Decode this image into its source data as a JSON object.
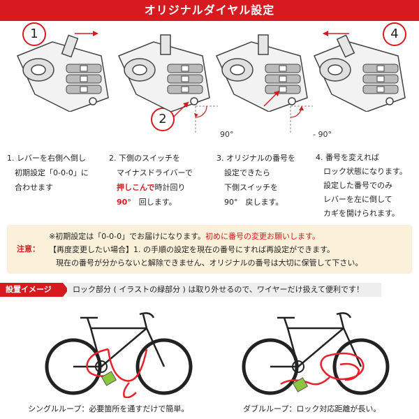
{
  "title": "オリジナルダイヤル設定",
  "steps": [
    {
      "num": "1",
      "lines": [
        "1. レバーを右側へ倒し",
        "初期設定「0-0-0」に",
        "合わせます"
      ]
    },
    {
      "num": "2",
      "lines": [
        "2. 下側のスイッチを",
        "マイナスドライバーで",
        "押しこんで時計回り",
        "90°　回します。"
      ]
    },
    {
      "num": "3",
      "lines": [
        "3. オリジナルの番号を",
        "設定できたら",
        "下側スイッチを",
        "90°　戻します。"
      ]
    },
    {
      "num": "4",
      "lines": [
        "4. 番号を変えれば",
        "ロック状態になります。",
        "設定した番号でのみ",
        "レバーを左に倒して",
        "カギを開けられます。"
      ]
    }
  ],
  "angles": {
    "rotate": "90°",
    "rotate_back": "- 90°"
  },
  "note": {
    "label": "注意：",
    "line1_prefix": "※初期設定は「0-0-0」でお届けになります。",
    "line1_red": "初めに番号の変更お願いします。",
    "line2": "【再度変更したい場合】1. の手順の設定を現在の番号にすれば再設定ができます。",
    "line3": "現在の番号が分からないと解除できません、オリジナルの番号は大切に保管して下さい。"
  },
  "install": {
    "tag": "設置イメージ",
    "text": "ロック部分 ( イラストの緑部分 ) は取り外せるので、ワイヤーだけ扱えて便利です！"
  },
  "captions": {
    "single": "シングルループ：必要箇所を通すだけで簡単。",
    "double": "ダブルループ：ロック対応距離が長い。"
  },
  "colors": {
    "accent": "#d71920",
    "note_bg": "#fbf0d9",
    "lock_green": "#8cc63f"
  }
}
